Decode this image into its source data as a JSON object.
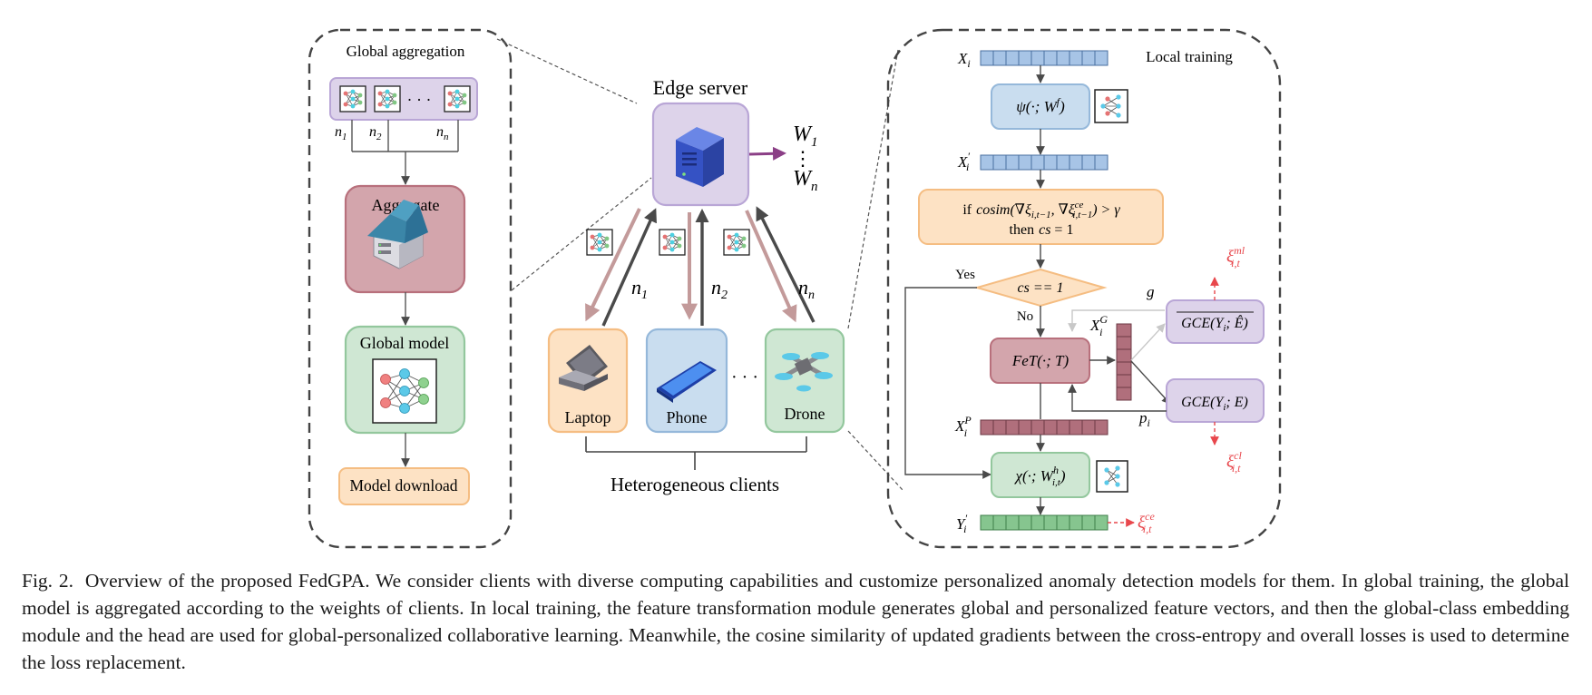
{
  "global_panel": {
    "title": "Global aggregation",
    "weights": [
      "n",
      "n",
      "n"
    ],
    "weight_subs": [
      "1",
      "2",
      "n"
    ],
    "ellipsis": "· · ·",
    "aggregate": "Aggregate",
    "global_model": "Global model",
    "download": "Model download"
  },
  "server": {
    "title": "Edge server",
    "out_top": "W",
    "out_top_sub": "1",
    "out_bottom": "W",
    "out_bottom_sub": "n"
  },
  "clients": {
    "laptop": "Laptop",
    "phone": "Phone",
    "drone": "Drone",
    "ellipsis": "· · ·",
    "group": "Heterogeneous clients",
    "arrow_labels": [
      "n",
      "n",
      "n"
    ],
    "arrow_subs": [
      "1",
      "2",
      "n"
    ]
  },
  "local_panel": {
    "title": "Local training",
    "xi": "X",
    "xi_sub": "i",
    "psi": "ψ(·; W",
    "psi_sup": "f",
    "psi_end": ")",
    "xi_prime": "X",
    "xi_prime_sup": "′",
    "xi_prime_sub": "i",
    "cond_line1_a": "if",
    "cond_line1_b": "cosim(∇ξ",
    "cond_line1_c": "i,t−1",
    "cond_line1_d": ", ∇ξ",
    "cond_line1_e": "ce",
    "cond_line1_f": "i,t−1",
    "cond_line1_g": ") > γ",
    "cond_line2_a": "then",
    "cond_line2_b": "cs",
    "cond_line2_c": " = 1",
    "decision": "cs == 1",
    "yes": "Yes",
    "no": "No",
    "fet": "FeT(·; T)",
    "xg": "X",
    "xg_sub": "i",
    "xg_sup": "G",
    "g": "g",
    "gce_hat": "GCE(Y",
    "gce_hat_rest": "; Ê)",
    "gce": "GCE(Y",
    "gce_rest": "; E)",
    "gce_sub": "i",
    "pi": "p",
    "pi_sub": "i",
    "xp": "X",
    "xp_sub": "i",
    "xp_sup": "P",
    "chi": "χ(·; W",
    "chi_sup": "h",
    "chi_sub": "i,t",
    "chi_end": ")",
    "yi": "Y",
    "yi_sup": "′",
    "yi_sub": "i",
    "loss_ce": "ξ",
    "loss_ce_sup": "ce",
    "loss_ce_sub": "i,t",
    "loss_ml": "ξ",
    "loss_ml_sup": "ml",
    "loss_ml_sub": "i,t",
    "loss_cl": "ξ",
    "loss_cl_sup": "cl",
    "loss_cl_sub": "i,t"
  },
  "caption": {
    "label": "Fig. 2.",
    "text": "Overview of the proposed FedGPA. We consider clients with diverse computing capabilities and customize personalized anomaly detection models for them. In global training, the global model is aggregated according to the weights of clients. In local training, the feature transformation module generates global and personalized feature vectors, and then the global-class embedding module and the head are used for global-personalized collaborative learning. Meanwhile, the cosine similarity of updated gradients between the cross-entropy and overall losses is used to determine the loss replacement."
  },
  "colors": {
    "purple_fill": "#ddd3ea",
    "purple_stroke": "#b9a6d6",
    "red_fill": "#d3a5ac",
    "red_stroke": "#b8707c",
    "green_fill": "#cfe7d3",
    "green_stroke": "#93c79d",
    "orange_fill": "#fde2c4",
    "orange_stroke": "#f5bd82",
    "blue_fill": "#c9ddef",
    "blue_stroke": "#95b8da",
    "loss_red": "#e8474c",
    "arrow_purple": "#8b3f86",
    "arrow_pink": "#c39a9a"
  }
}
